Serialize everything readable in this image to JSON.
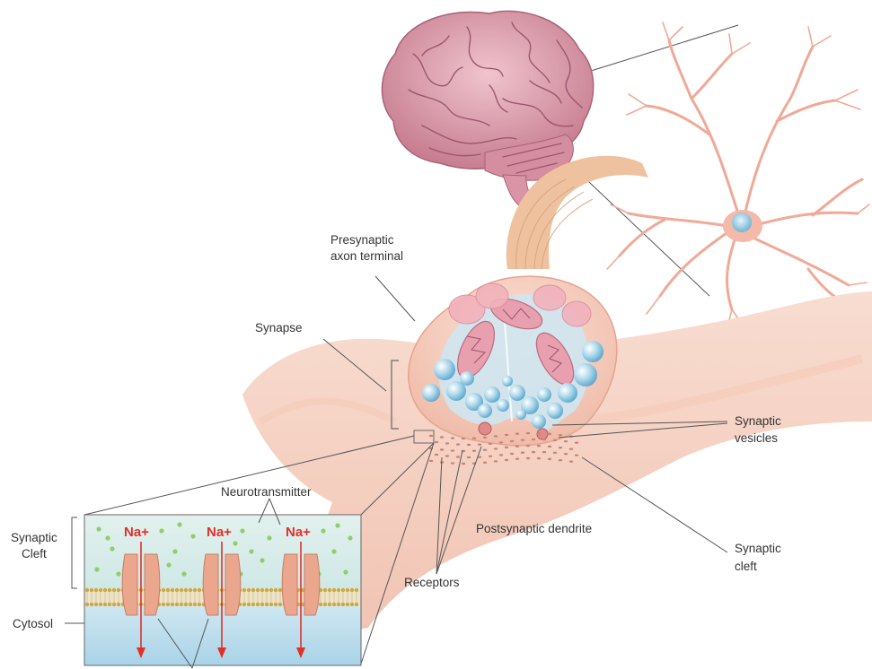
{
  "labels": {
    "presynaptic_line1": "Presynaptic",
    "presynaptic_line2": "axon terminal",
    "synapse": "Synapse",
    "synaptic_vesicles_line1": "Synaptic",
    "synaptic_vesicles_line2": "vesicles",
    "postsynaptic_dendrite": "Postsynaptic dendrite",
    "synaptic_cleft_line1": "Synaptic",
    "synaptic_cleft_line2": "cleft",
    "receptors": "Receptors",
    "neurotransmitter": "Neurotransmitter",
    "inset_cleft_line1": "Synaptic",
    "inset_cleft_line2": "Cleft",
    "cytosol": "Cytosol"
  },
  "ions": [
    "Na+",
    "Na+",
    "Na+"
  ],
  "colors": {
    "brain": "#d99aa8",
    "neuron": "#f2b4a4",
    "dendrite": "#f5d2c4",
    "vesicle": "#8cc4de",
    "ion_text": "#e0302a",
    "cleft_fluid": "#d6ecea",
    "cytosol_fluid": "#bfe0ee",
    "channel": "#e6a58c"
  }
}
